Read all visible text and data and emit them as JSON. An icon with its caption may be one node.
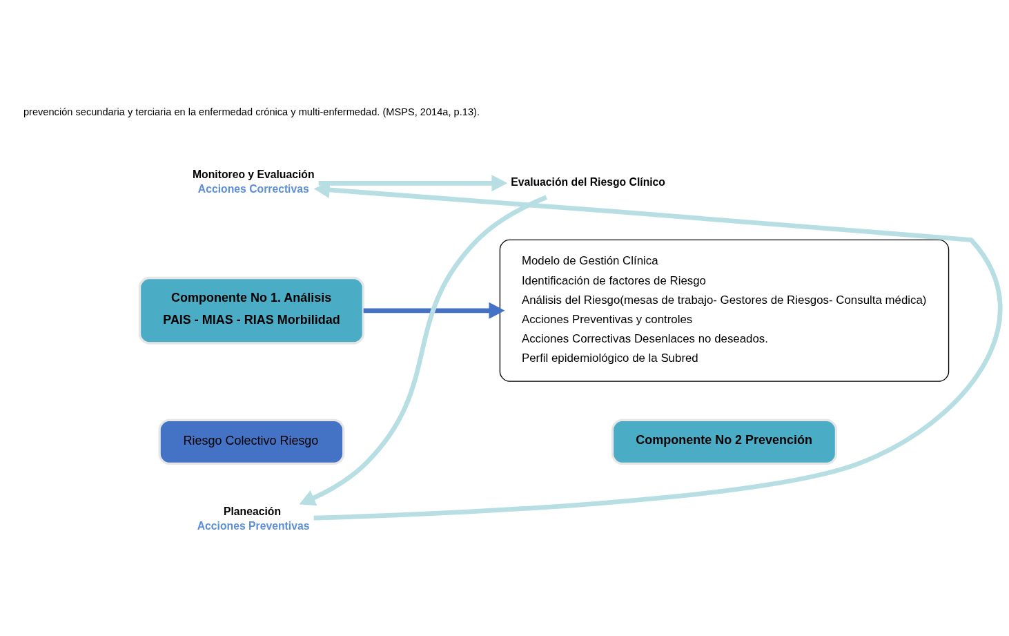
{
  "diagram": {
    "nodes": [
      {
        "text": [
          "Componente No 1. Análisis",
          "PAIS - MIAS - RIAS Morbilidad"
        ]
      },
      {
        "text": [
          "Riesgo Colectivo Riesgo"
        ]
      },
      {
        "text": [
          "Monitoreo y Evaluación",
          "Acciones Correctivas"
        ]
      },
      {
        "text": [
          "Evaluación del Riesgo Clínico"
        ]
      },
      {
        "text": [
          "Planeación",
          "Acciones Preventivas"
        ]
      },
      {
        "text": [
          "Modelo de Gestión Clínica",
          "Identificación de factores de Riesgo",
          "Análisis del Riesgo(mesas de trabajo- Gestores de Riesgos- Consulta médica)",
          "Acciones Preventivas y controles",
          "Acciones Correctivas Desenlaces no deseados.",
          "Perfil epidemiológico de la Subred"
        ]
      },
      {
        "text": [
          "Componente No 2 Prevención"
        ]
      }
    ],
    "edges": [
      {
        "from": 2,
        "to": 3,
        "arrow": "to"
      },
      {
        "from": 3,
        "to": 4,
        "arrow": "to"
      },
      {
        "from": 4,
        "to": 2,
        "arrow": "to"
      },
      {
        "from": 0,
        "to": 5,
        "arrow": "to",
        "color": "#4472c4"
      }
    ],
    "labels": [
      "prevención secundaria y terciaria en la enfermedad crónica y multi-enfermedad. (MSPS, 2014a, p.13)."
    ]
  }
}
